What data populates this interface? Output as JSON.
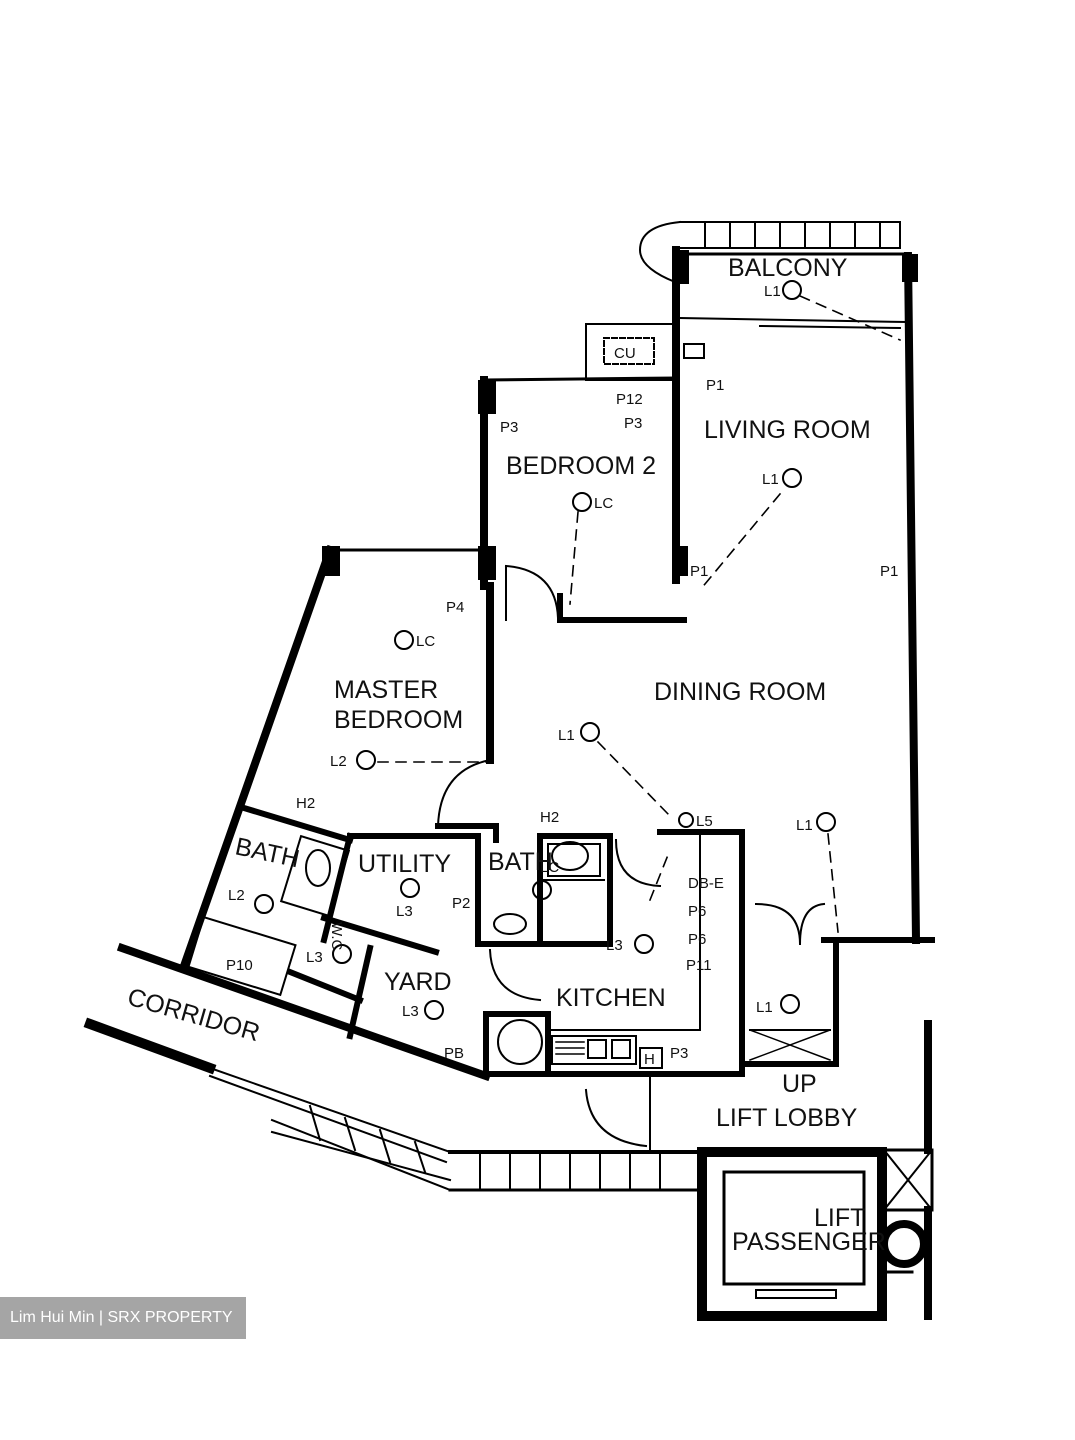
{
  "rooms": {
    "balcony": "BALCONY",
    "living": "LIVING ROOM",
    "bedroom2": "BEDROOM 2",
    "master1": "MASTER",
    "master2": "BEDROOM",
    "dining": "DINING ROOM",
    "utility": "UTILITY",
    "bath1": "BATH",
    "bath2": "BATH",
    "yard": "YARD",
    "kitchen": "KITCHEN",
    "corridor": "CORRIDOR",
    "up": "UP",
    "lift_lobby": "LIFT LOBBY",
    "lift1": "LIFT",
    "lift2": "PASSENGER"
  },
  "fixtures": {
    "cu": "CU",
    "p1a": "P1",
    "p12": "P12",
    "p3a": "P3",
    "p3b": "P3",
    "l1_balcony": "L1",
    "l1_living": "L1",
    "lc_bed2": "LC",
    "p1_bed2": "P1",
    "p1_dining": "P1",
    "p4": "P4",
    "lc_master": "LC",
    "l2_master": "L2",
    "l1_dining": "L1",
    "l5": "L5",
    "l1_entry": "L1",
    "l1_lobby": "L1",
    "h2_master": "H2",
    "h2_bath": "H2",
    "l2_bath": "L2",
    "p10": "P10",
    "l3_utility": "L3",
    "p2": "P2",
    "lc_bath2": "LC",
    "l3_wc": "L3",
    "l3_yard": "L3",
    "wc": "W.C.",
    "l3_kitchen": "L3",
    "db": "DB-E",
    "p6a": "P6",
    "p6b": "P6",
    "p11": "P11",
    "pb": "PB",
    "h": "H",
    "p3_kitchen": "P3"
  },
  "watermark": "Lim Hui Min | SRX PROPERTY"
}
